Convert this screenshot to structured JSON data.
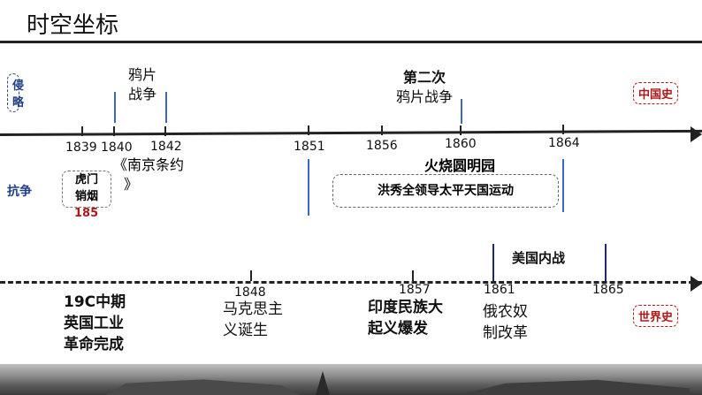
{
  "title": "时空坐标",
  "labels": {
    "invasion": "侵略",
    "resistance": "抗争",
    "china_history": "中国史",
    "world_history": "世界史"
  },
  "china": {
    "years": [
      "1839",
      "1840",
      "1842",
      "1851",
      "1856",
      "1860",
      "1864"
    ],
    "opium_war": [
      "鸦片",
      "战争"
    ],
    "second_opium_war": [
      "第二次",
      "鸦片战争"
    ],
    "nanjing_treaty": [
      "《南京条约",
      "》"
    ],
    "humen": {
      "line1": "虎门",
      "line2": "销烟",
      "year": "185"
    },
    "yuanmingyuan": "火烧圆明园",
    "taiping": "洪秀全领导太平天国运动"
  },
  "world": {
    "years": [
      "1848",
      "1857",
      "1861",
      "1865"
    ],
    "industrial": [
      "19C中期",
      "英国工业",
      "革命完成"
    ],
    "marxism": [
      "马克思主",
      "义诞生"
    ],
    "india": [
      "印度民族大",
      "起义爆发"
    ],
    "russia": [
      "俄农奴",
      "制改革"
    ],
    "us_civil_war": "美国内战"
  }
}
